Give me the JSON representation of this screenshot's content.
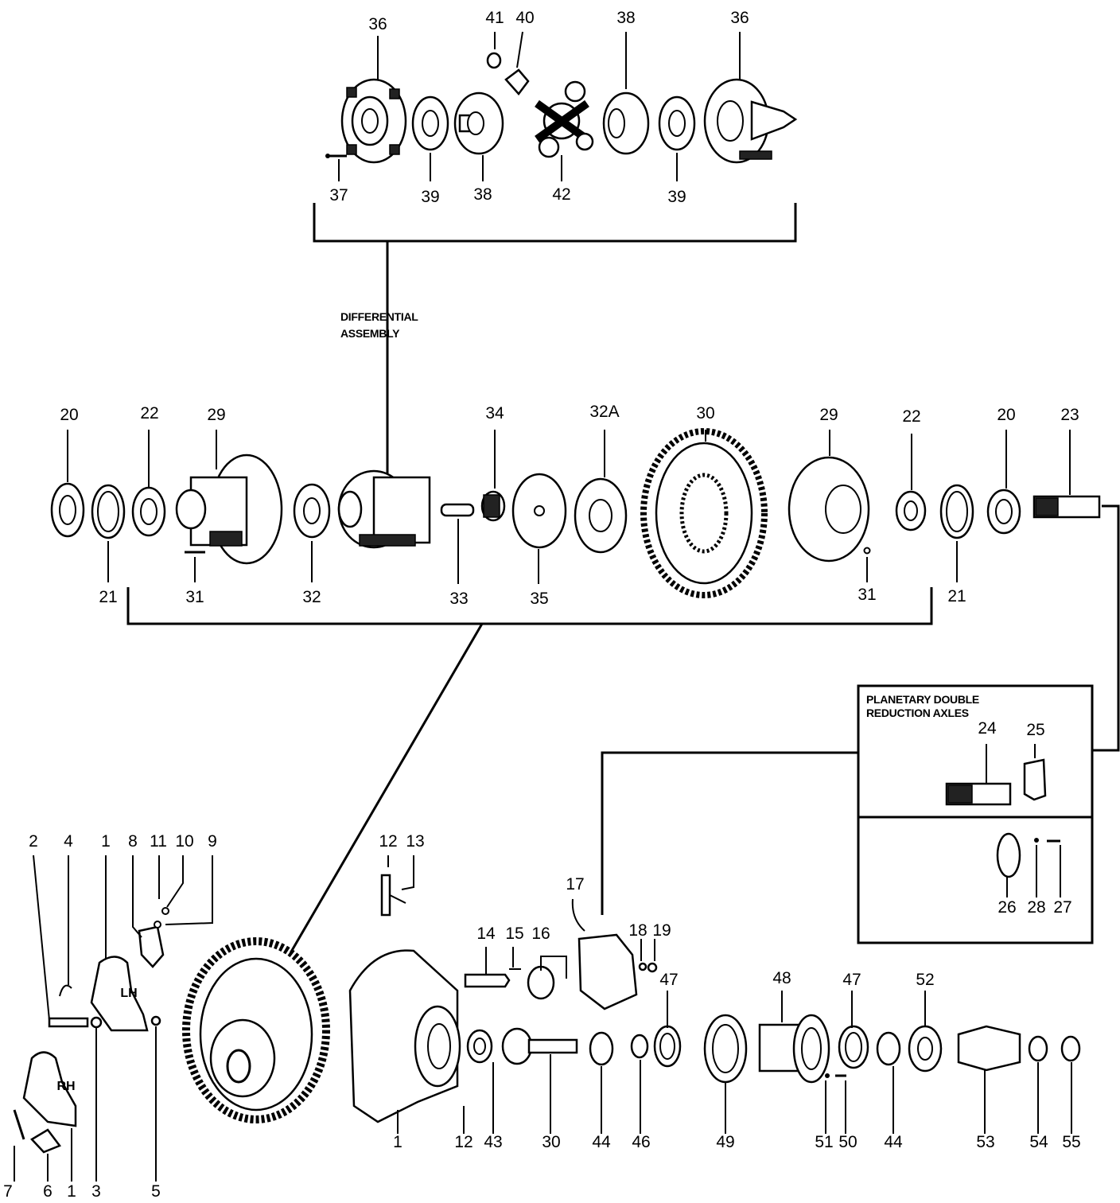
{
  "notes": {
    "differential_line1": "DIFFERENTIAL",
    "differential_line2": "ASSEMBLY",
    "planetary_line1": "PLANETARY DOUBLE",
    "planetary_line2": "REDUCTION AXLES"
  },
  "side_labels": {
    "lh": "LH",
    "rh": "RH"
  },
  "callouts": {
    "diff": [
      "36",
      "41",
      "40",
      "38",
      "36",
      "37",
      "39",
      "38",
      "42",
      "39"
    ],
    "carrier": [
      "20",
      "22",
      "29",
      "34",
      "32A",
      "30",
      "29",
      "22",
      "20",
      "23",
      "21",
      "31",
      "32",
      "33",
      "35",
      "31",
      "21"
    ],
    "planetary": [
      "24",
      "25",
      "26",
      "28",
      "27"
    ],
    "bottom": [
      "2",
      "4",
      "1",
      "8",
      "11",
      "10",
      "9",
      "12",
      "13",
      "17",
      "14",
      "15",
      "16",
      "18",
      "19",
      "47",
      "48",
      "47",
      "52",
      "1",
      "12",
      "43",
      "30",
      "44",
      "46",
      "49",
      "51",
      "50",
      "44",
      "53",
      "54",
      "55",
      "7",
      "6",
      "1",
      "3",
      "5"
    ]
  },
  "icons": [
    "bevel-gear-icon",
    "bearing-icon",
    "washer-icon",
    "bolt-icon",
    "housing-icon",
    "yoke-icon"
  ]
}
